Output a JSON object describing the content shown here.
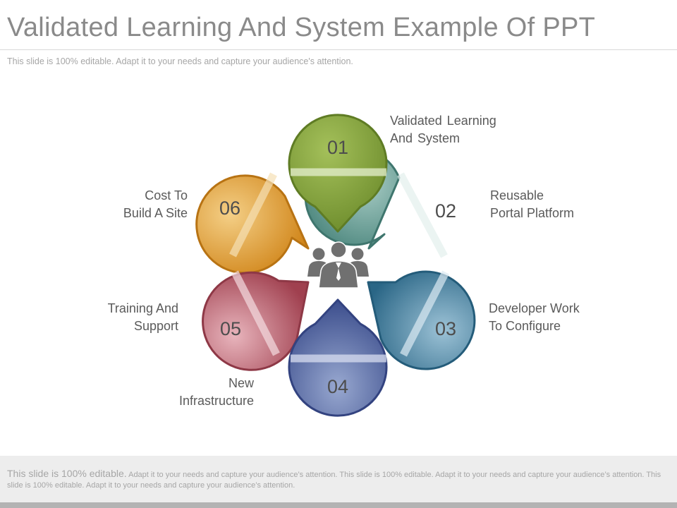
{
  "title": "Validated Learning And System Example Of PPT",
  "subtitle": "This slide is 100% editable. Adapt it to your needs and capture your audience's attention.",
  "center_icon": "people-group-icon",
  "steps": [
    {
      "number": "01",
      "label_lines": [
        "Validated  Learning",
        "And  System"
      ],
      "color": "#7a9a3a"
    },
    {
      "number": "02",
      "label_lines": [
        "Reusable",
        "Portal Platform"
      ],
      "color": "#4e8a82"
    },
    {
      "number": "03",
      "label_lines": [
        "Developer Work",
        "To Configure"
      ],
      "color": "#2e6c8c"
    },
    {
      "number": "04",
      "label_lines": [
        "New",
        "Infrastructure"
      ],
      "color": "#3f5292"
    },
    {
      "number": "05",
      "label_lines": [
        "Training And",
        "Support"
      ],
      "color": "#a8485a"
    },
    {
      "number": "06",
      "label_lines": [
        "Cost To",
        "Build A Site"
      ],
      "color": "#d58a1e"
    }
  ],
  "footer": {
    "lead": "This slide is 100% editable.",
    "body": " Adapt it to your needs and capture your audience’s attention. This slide is 100% editable. Adapt it to your needs and capture your audience’s attention. This slide is 100% editable. Adapt it to your needs and capture your audience’s attention."
  }
}
